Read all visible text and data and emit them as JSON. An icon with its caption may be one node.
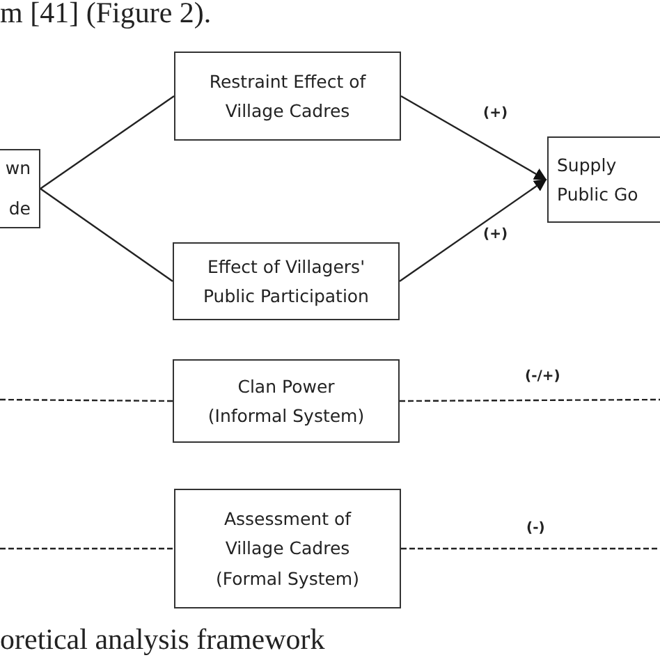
{
  "diagram": {
    "nodes": [
      {
        "text": [
          "wn de"
        ]
      },
      {
        "text": [
          "Restraint Effect of Village Cadres"
        ]
      },
      {
        "text": [
          "Effect of Villagers' Public Participation"
        ]
      },
      {
        "text": [
          "Supply Public Go"
        ]
      },
      {
        "text": [
          "Clan Power (Informal System)"
        ]
      },
      {
        "text": [
          "Assessment of Village Cadres (Formal System)"
        ]
      }
    ],
    "edges": [
      {
        "from": 0,
        "to": 1,
        "arrow": "none"
      },
      {
        "from": 0,
        "to": 2,
        "arrow": "none"
      },
      {
        "from": 1,
        "to": 3,
        "arrow": "to",
        "label": "(+)"
      },
      {
        "from": 2,
        "to": 3,
        "arrow": "to",
        "label": "(+)"
      },
      {
        "from": null,
        "to": 4,
        "arrow": "none",
        "style": "dashed"
      },
      {
        "from": 4,
        "to": null,
        "arrow": "none",
        "style": "dashed",
        "label": "(-/+)"
      },
      {
        "from": null,
        "to": 5,
        "arrow": "none",
        "style": "dashed"
      },
      {
        "from": 5,
        "to": null,
        "arrow": "none",
        "style": "dashed",
        "label": "(-)"
      }
    ],
    "labels": [
      "m [41] (Figure 2).",
      "oretical analysis framework"
    ]
  }
}
